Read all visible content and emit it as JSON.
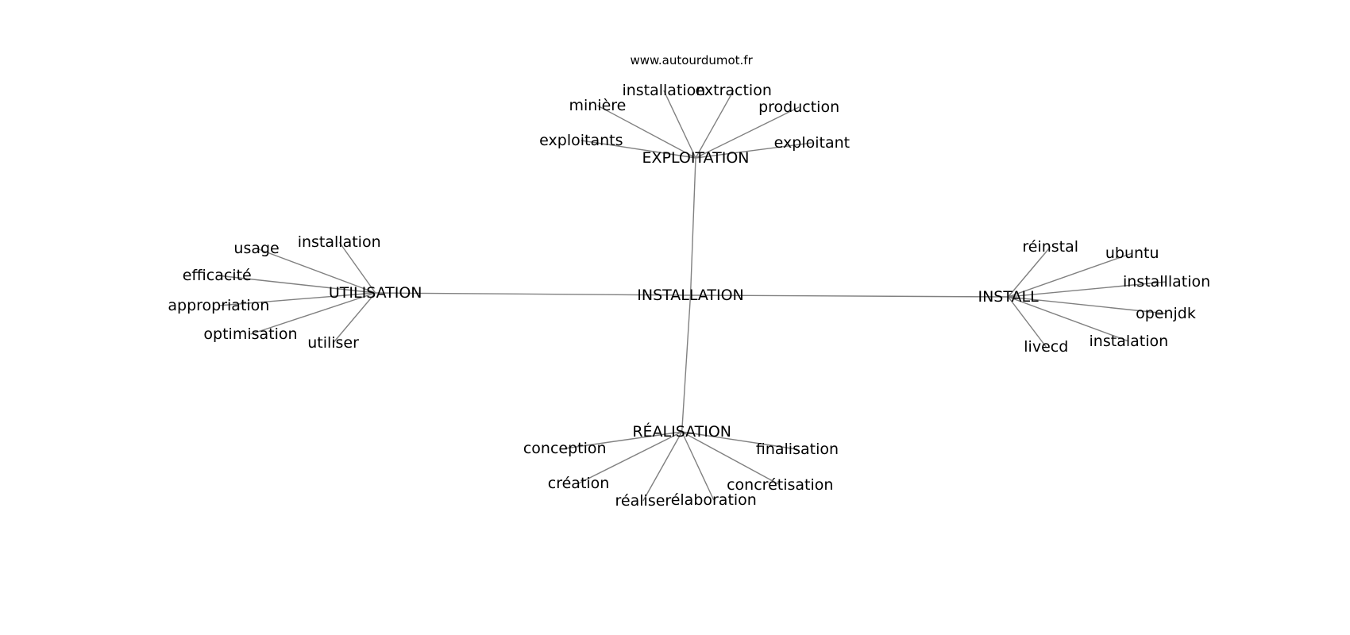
{
  "source": "www.autourdumot.fr",
  "colors": {
    "edge": "#808080",
    "text": "#000000",
    "background": "#ffffff"
  },
  "graph": {
    "center": "INSTALLATION",
    "hubs": [
      {
        "id": "exploitation",
        "label": "EXPLOITATION",
        "leaves": [
          "installation",
          "extraction",
          "minière",
          "production",
          "exploitants",
          "exploitant"
        ]
      },
      {
        "id": "utilisation",
        "label": "UTILISATION",
        "leaves": [
          "usage",
          "installation",
          "efficacité",
          "appropriation",
          "optimisation",
          "utiliser"
        ]
      },
      {
        "id": "install",
        "label": "INSTALL",
        "leaves": [
          "réinstal",
          "ubuntu",
          "installlation",
          "openjdk",
          "instalation",
          "livecd"
        ]
      },
      {
        "id": "realisation",
        "label": "RÉALISATION",
        "leaves": [
          "conception",
          "finalisation",
          "création",
          "concrétisation",
          "réaliser",
          "élaboration"
        ]
      }
    ]
  }
}
